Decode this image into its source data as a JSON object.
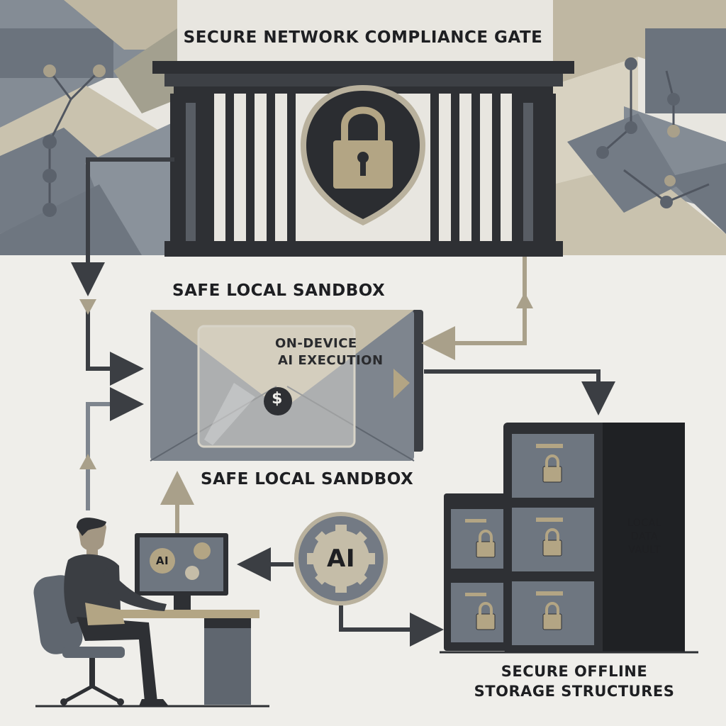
{
  "gate": {
    "title": "SECURE NETWORK COMPLIANCE GATE"
  },
  "sandbox": {
    "title_top": "SAFE LOCAL SANDBOX",
    "title_bottom": "SAFE LOCAL SANDBOX",
    "envelope_line1": "ON-DEVICE",
    "envelope_line2": "AI EXECUTION",
    "envelope_symbol": "$"
  },
  "vault": {
    "line1": "LOCAL",
    "line2": "DATA",
    "line3": "VAULT"
  },
  "storage": {
    "line1": "SECURE OFFLINE",
    "line2": "STORAGE STRUCTURES"
  },
  "ai_badge": {
    "text": "AI"
  },
  "monitor": {
    "text": "AI"
  },
  "colors": {
    "background": "#efeeea",
    "slate": "#737a84",
    "dark": "#2e3034",
    "tan": "#bcb49d",
    "gold": "#b3a584",
    "arrow_dark": "#3b3e43",
    "arrow_tan": "#a9a08a"
  },
  "icons": [
    "padlock-icon",
    "gear-icon",
    "dollar-icon",
    "person-icon",
    "monitor-icon",
    "office-chair-icon",
    "cabinet-icon",
    "arrow-icon"
  ]
}
